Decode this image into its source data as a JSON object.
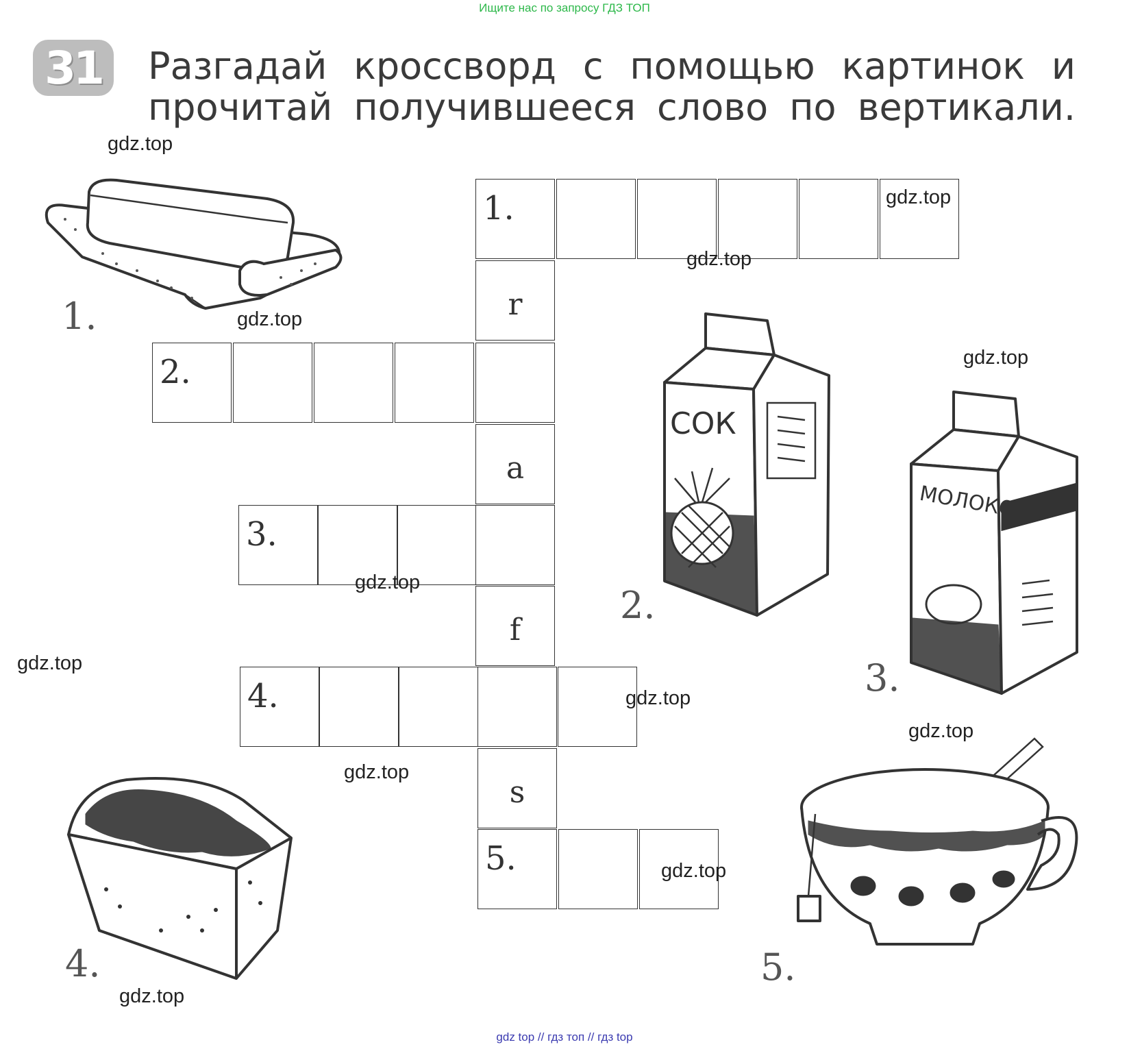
{
  "banner": "Ищите нас по запросу ГДЗ ТОП",
  "task": {
    "number": "31",
    "line1": "Разгадай кроссворд с помощью картинок и",
    "line2": "прочитай получившееся слово по вертикали."
  },
  "watermark": "gdz.top",
  "crossword": {
    "rows": [
      {
        "number": "1.",
        "cells": 6
      },
      {
        "number": "2.",
        "cells": 5
      },
      {
        "number": "3.",
        "cells": 4
      },
      {
        "number": "4.",
        "cells": 5
      },
      {
        "number": "5.",
        "cells": 3
      }
    ],
    "vertical_letters": [
      "r",
      "a",
      "f",
      "s"
    ]
  },
  "pictures": {
    "butter": {
      "number": "1.",
      "icon": "butter-icon"
    },
    "juice": {
      "number": "2.",
      "icon": "juice-carton-icon",
      "label": "СОК"
    },
    "milk": {
      "number": "3.",
      "icon": "milk-carton-icon",
      "label": "МОЛОКО"
    },
    "bread": {
      "number": "4.",
      "icon": "bread-loaf-icon"
    },
    "tea": {
      "number": "5.",
      "icon": "tea-cup-icon"
    }
  },
  "footer": "gdz top  //  гдз топ  //  гдз top"
}
